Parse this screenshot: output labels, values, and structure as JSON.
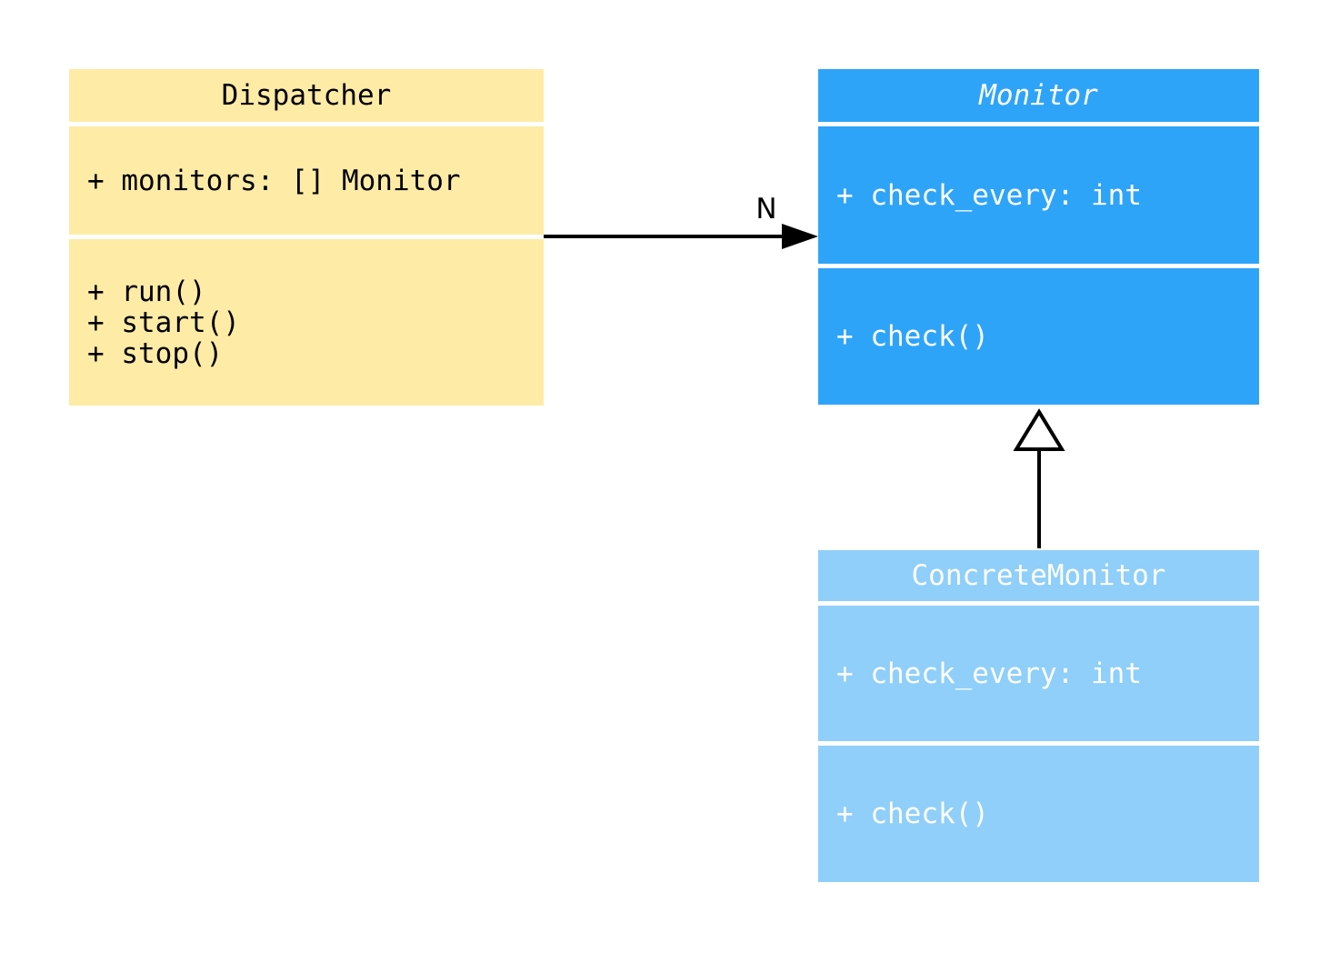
{
  "diagram": {
    "background_color": "#ffffff",
    "edge_color": "#000000",
    "classes": [
      {
        "name": "Dispatcher",
        "stereotype": "class",
        "fill": "#feeca6",
        "text_color": "#000000",
        "attributes": [
          "+ monitors: [] Monitor"
        ],
        "methods": [
          "+ run()",
          "+ start()",
          "+ stop()"
        ]
      },
      {
        "name": "Monitor",
        "stereotype": "abstract-class",
        "fill": "#2ea4f9",
        "text_color": "#ffffff",
        "attributes": [
          "+ check_every: int"
        ],
        "methods": [
          "+ check()"
        ]
      },
      {
        "name": "ConcreteMonitor",
        "stereotype": "class",
        "fill": "#8fcffa",
        "text_color": "#ffffff",
        "attributes": [
          "+ check_every: int"
        ],
        "methods": [
          "+ check()"
        ]
      }
    ],
    "edges": [
      {
        "type": "association",
        "from": "Dispatcher",
        "to": "Monitor",
        "label": "N"
      },
      {
        "type": "generalization",
        "from": "ConcreteMonitor",
        "to": "Monitor",
        "label": ""
      }
    ]
  }
}
